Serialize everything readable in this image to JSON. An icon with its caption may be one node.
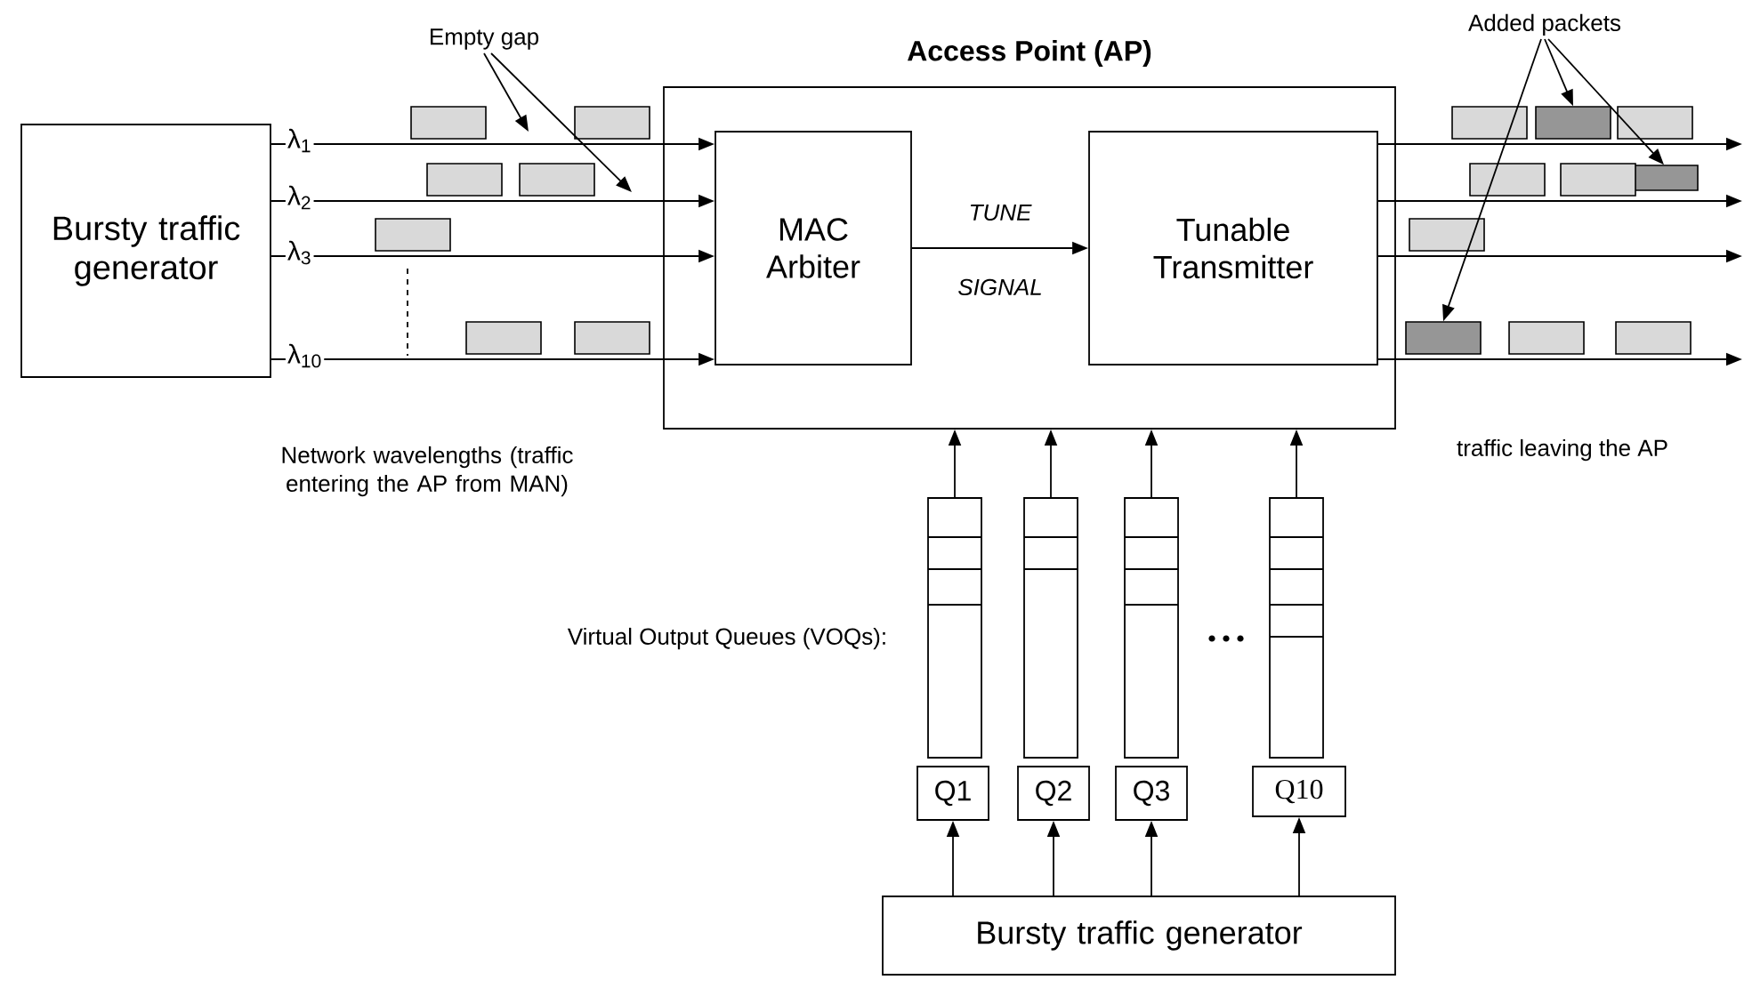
{
  "diagram": {
    "nodes": [
      {
        "text": [
          "Empty gap"
        ]
      },
      {
        "text": [
          "Access Point (AP)"
        ]
      },
      {
        "text": [
          "Added packets"
        ]
      },
      {
        "text": [
          "Bursty traffic generator"
        ]
      },
      {
        "text": [
          "MAC Arbiter"
        ],
        "in": 1
      },
      {
        "text": [
          "Tunable Transmitter"
        ],
        "in": 1
      },
      {
        "text": [],
        "shape": "box"
      },
      {
        "text": [],
        "shape": "box"
      },
      {
        "text": [],
        "shape": "box"
      },
      {
        "text": [],
        "shape": "box"
      },
      {
        "text": [
          "Q1"
        ]
      },
      {
        "text": [
          "Q2"
        ]
      },
      {
        "text": [
          "Q3"
        ]
      },
      {
        "text": [
          "Q10"
        ]
      },
      {
        "text": [
          "Bursty traffic generator"
        ]
      },
      {
        "text": [],
        "shape": "box"
      },
      {
        "text": [],
        "shape": "box"
      },
      {
        "text": [],
        "shape": "box"
      }
    ],
    "edges": [
      {
        "from": 3,
        "to": 4,
        "arrow": "to",
        "label": "λ$_{1}$"
      },
      {
        "from": 3,
        "to": 4,
        "arrow": "to",
        "label": "λ$_{2}$"
      },
      {
        "from": 3,
        "to": 4,
        "arrow": "to",
        "label": "λ$_{3}$"
      },
      {
        "from": 3,
        "to": 4,
        "arrow": "to",
        "label": "λ$_{10}$"
      },
      {
        "from": 4,
        "to": 5,
        "arrow": "to",
        "label": "TUNE SIGNAL"
      },
      {
        "from": 5,
        "to": null,
        "arrow": "to"
      },
      {
        "from": 5,
        "to": null,
        "arrow": "to"
      },
      {
        "from": 5,
        "to": null,
        "arrow": "to"
      },
      {
        "from": 5,
        "to": null,
        "arrow": "to"
      },
      {
        "from": 6,
        "to": 1,
        "arrow": "to"
      },
      {
        "from": 7,
        "to": 1,
        "arrow": "to"
      },
      {
        "from": 8,
        "to": 1,
        "arrow": "to"
      },
      {
        "from": 9,
        "to": 1,
        "arrow": "to"
      },
      {
        "from": 14,
        "to": 10,
        "arrow": "to"
      },
      {
        "from": 14,
        "to": 11,
        "arrow": "to"
      },
      {
        "from": 14,
        "to": 12,
        "arrow": "to"
      },
      {
        "from": 14,
        "to": 13,
        "arrow": "to"
      },
      {
        "from": 0,
        "to": null,
        "arrow": "to"
      },
      {
        "from": 0,
        "to": null,
        "arrow": "to"
      },
      {
        "from": 2,
        "to": 15,
        "arrow": "to"
      },
      {
        "from": 2,
        "to": 16,
        "arrow": "to"
      },
      {
        "from": 2,
        "to": 17,
        "arrow": "to"
      }
    ],
    "labels": [
      "Network wavelengths (traffic entering the AP from MAN)",
      "traffic leaving the AP",
      "Virtual Output Queues (VOQs):"
    ]
  }
}
